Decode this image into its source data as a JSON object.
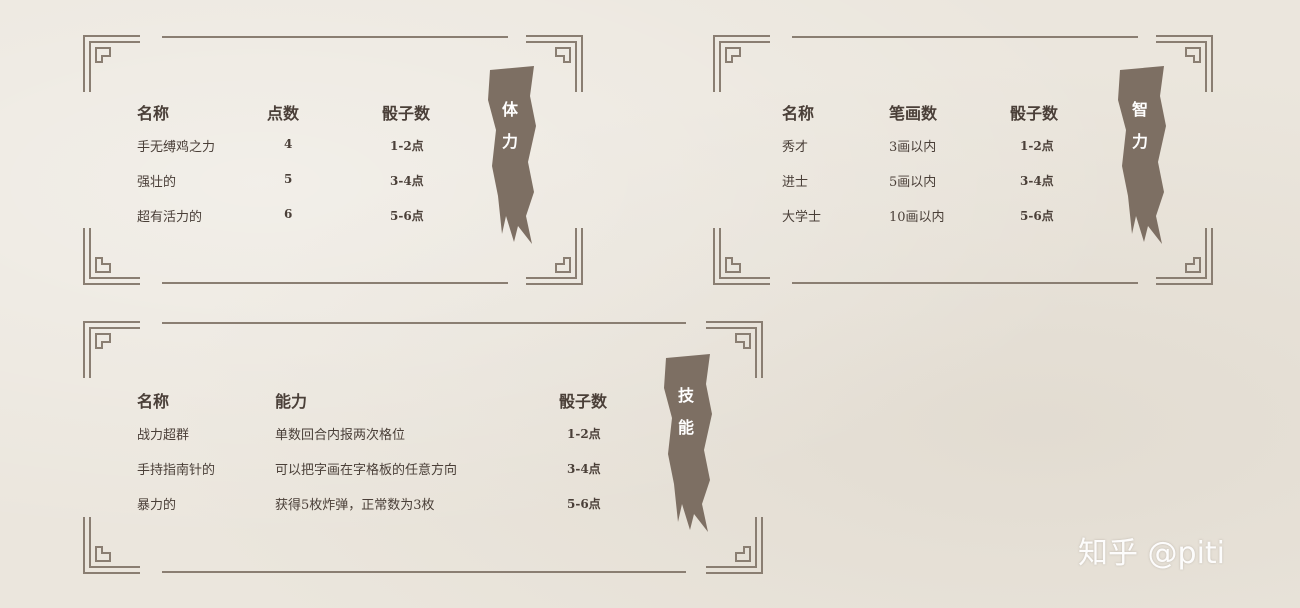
{
  "panels": [
    {
      "tag": [
        "体",
        "力"
      ],
      "headers": [
        "名称",
        "点数",
        "骰子数"
      ],
      "rows": [
        [
          "手无缚鸡之力",
          "4",
          "1-2点"
        ],
        [
          "强壮的",
          "5",
          "3-4点"
        ],
        [
          "超有活力的",
          "6",
          "5-6点"
        ]
      ]
    },
    {
      "tag": [
        "智",
        "力"
      ],
      "headers": [
        "名称",
        "笔画数",
        "骰子数"
      ],
      "rows": [
        [
          "秀才",
          "3画以内",
          "1-2点"
        ],
        [
          "进士",
          "5画以内",
          "3-4点"
        ],
        [
          "大学士",
          "10画以内",
          "5-6点"
        ]
      ]
    },
    {
      "tag": [
        "技",
        "能"
      ],
      "headers": [
        "名称",
        "能力",
        "骰子数"
      ],
      "rows": [
        [
          "战力超群",
          "单数回合内报两次格位",
          "1-2点"
        ],
        [
          "手持指南针的",
          "可以把字画在字格板的任意方向",
          "3-4点"
        ],
        [
          "暴力的",
          "获得5枚炸弹，正常数为3枚",
          "5-6点"
        ]
      ]
    }
  ],
  "watermark": "知乎 @piti",
  "colors": {
    "background": "#ebe6dd",
    "frame": "#8a7e72",
    "brush": "#7d6f63",
    "text": "#4a3f38"
  }
}
